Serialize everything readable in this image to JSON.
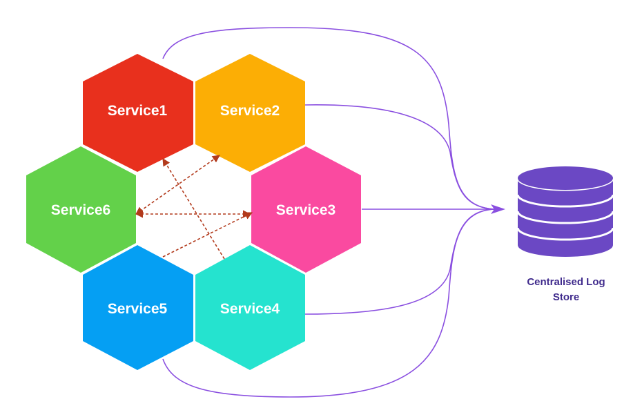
{
  "services": [
    {
      "id": "s1",
      "label": "Service1",
      "color": "#e8301d"
    },
    {
      "id": "s2",
      "label": "Service2",
      "color": "#fcae05"
    },
    {
      "id": "s3",
      "label": "Service3",
      "color": "#fa4aa0"
    },
    {
      "id": "s4",
      "label": "Service4",
      "color": "#25e3cf"
    },
    {
      "id": "s5",
      "label": "Service5",
      "color": "#059ff3"
    },
    {
      "id": "s6",
      "label": "Service6",
      "color": "#63d14a"
    }
  ],
  "store": {
    "label_line1": "Centralised Log",
    "label_line2": "Store",
    "color": "#6b48c4"
  },
  "colors": {
    "log_flow": "#8a4fe0",
    "service_link": "#b23a1c"
  }
}
